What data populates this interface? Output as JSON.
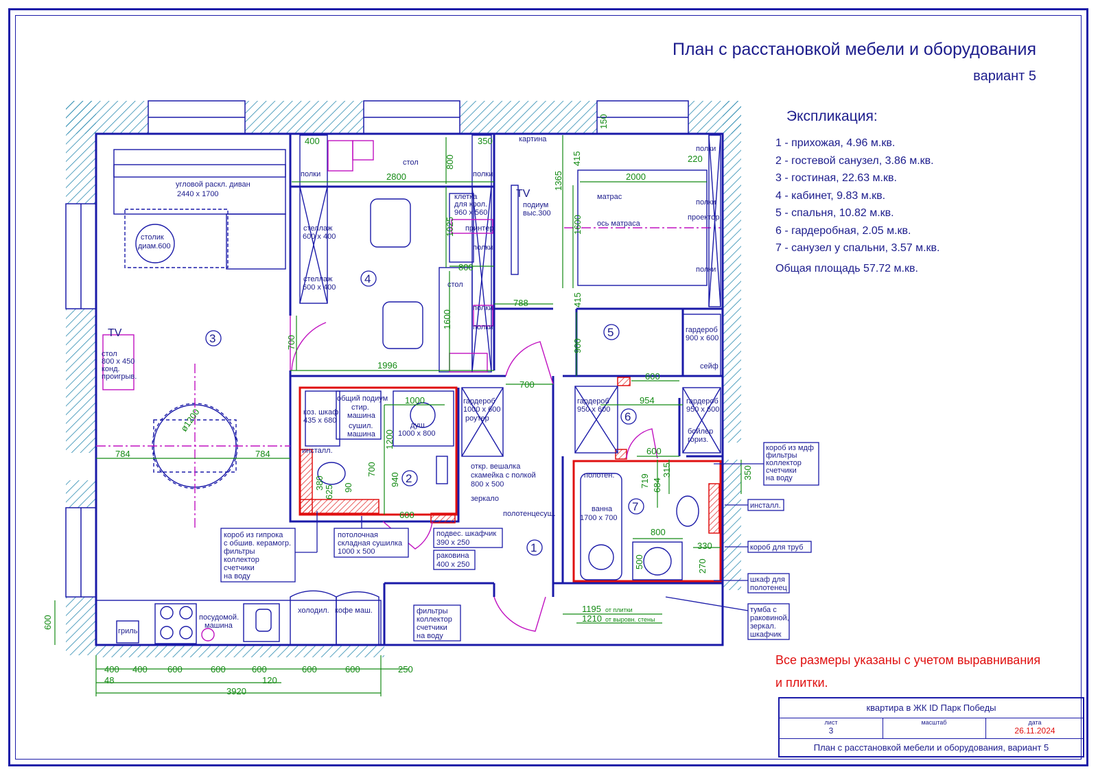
{
  "title": "План с расстановкой мебели и оборудования",
  "subtitle": "вариант 5",
  "explication": {
    "heading": "Экспликация:",
    "items": [
      "1 - прихожая, 4.96 м.кв.",
      "2 - гостевой санузел, 3.86 м.кв.",
      "3 - гостиная, 22.63 м.кв.",
      "4 - кабинет, 9.83 м.кв.",
      "5 - спальня, 10.82 м.кв.",
      "6 - гардеробная, 2.05 м.кв.",
      "7 - санузел у спальни, 3.57 м.кв."
    ],
    "total": "Общая площадь 57.72 м.кв."
  },
  "note": [
    "Все размеры указаны с учетом выравнивания",
    "и плитки."
  ],
  "stamp": {
    "project": "квартира в ЖК ID Парк Победы",
    "sheet_label": "лист",
    "sheet_value": "3",
    "scale_label": "масштаб",
    "scale_value": "",
    "date_label": "дата",
    "date_value": "26.11.2024",
    "sheet_title": "План с расстановкой мебели и оборудования, вариант 5"
  },
  "colors": {
    "wall": "#1a1aa8",
    "dimension": "#138a13",
    "plumbing": "#e01010",
    "furniture": "#c010c0"
  },
  "rooms": [
    {
      "num": "1"
    },
    {
      "num": "2"
    },
    {
      "num": "3"
    },
    {
      "num": "4"
    },
    {
      "num": "5"
    },
    {
      "num": "6"
    },
    {
      "num": "7"
    }
  ],
  "labels": {
    "sofa": "угловой раскл. диван",
    "sofa_size": "2440 х 1700",
    "coffee_table": "столик",
    "coffee_table_size": "диам.600",
    "tv": "TV",
    "tv2": "TV",
    "console": "стол",
    "console_size": "800 х 450",
    "console_note": "конд.",
    "console_note2": "проигрыв.",
    "table_diam": "ø1200",
    "desk": "стол",
    "shelves1": "полки",
    "shelves2": "полки",
    "rack1": "стеллаж",
    "rack1_size": "600 х 400",
    "rack2": "стеллаж",
    "rack2_size": "600 х 400",
    "cage": "клетка",
    "cage2": "для крол.",
    "cage_size": "960 х 560",
    "printer": "принтер",
    "shelves3": "полки",
    "desk2": "стол",
    "shelves4": "полки",
    "shelves5": "полки",
    "picture": "картина",
    "podium": "подиум",
    "podium_h": "выс.300",
    "mattress": "матрас",
    "mattress_axis": "ось матраса",
    "shelves6": "полки",
    "shelves7": "полки",
    "projector": "проектор",
    "shelves8": "полки",
    "wardrobe5": "гардероб",
    "wardrobe5_size": "900 х 600",
    "safe": "сейф",
    "shoe_cab": "коз. шкаф",
    "shoe_cab_size": "435 х 680",
    "podium2": "общий подиум",
    "podium2_b": "стир.",
    "podium2_c": "машина",
    "podium2_d": "сушил.",
    "podium2_e": "машина",
    "shower": "душ",
    "shower_size": "1000 х 800",
    "install": "инсталл.",
    "wardrobe_hall": "гардероб",
    "wardrobe_hall_size": "1000 х 600",
    "router": "роутер",
    "hanger": "откр. вешалка",
    "hanger2": "скамейка с полкой",
    "hanger_size": "800 х 500",
    "mirror": "зеркало",
    "towel": "полотенцесуш.",
    "wardrobe6a": "гардероб",
    "wardrobe6a_size": "950 х 600",
    "wardrobe6b": "гардероб",
    "wardrobe6b_size": "950 х 600",
    "boiler": "бойлер",
    "boiler2": "гориз.",
    "towel2": "полотен.",
    "bath": "ванна",
    "bath_size": "1700 х 700",
    "fridge": "холодил.",
    "coffee": "кофе маш.",
    "dishwasher": "посудомой.",
    "dishwasher2": "машина",
    "grill": "гриль",
    "call_box": [
      "короб из гипрока",
      "с обшив. керамогр.",
      "фильтры",
      "коллектор",
      "счетчики",
      "на воду"
    ],
    "call_dryer": [
      "потолочная",
      "складная сушилка",
      "1000 х 500"
    ],
    "call_cab": [
      "подвес. шкафчик",
      "390 х 250"
    ],
    "call_sink": [
      "раковина",
      "400 х 250"
    ],
    "call_filters": [
      "фильтры",
      "коллектор",
      "счетчики",
      "на воду"
    ],
    "call_mdf": [
      "короб из мдф",
      "фильтры",
      "коллектор",
      "счетчики",
      "на воду"
    ],
    "call_install": [
      "инсталл."
    ],
    "call_pipes": [
      "короб для труб"
    ],
    "call_towel": [
      "шкаф для",
      "полотенец"
    ],
    "call_vanity": [
      "тумба с",
      "раковиной,",
      "зеркал.",
      "шкафчик"
    ]
  },
  "dims": {
    "d400a": "400",
    "d350": "350",
    "d2800": "2800",
    "d800": "800",
    "d1025": "1025",
    "d800b": "800",
    "d1600": "1600",
    "d700": "700",
    "d1996": "1996",
    "d1365": "1365",
    "d150": "150",
    "d415": "415",
    "d2000": "2000",
    "d220": "220",
    "d1600b": "1600",
    "d415b": "415",
    "d788": "788",
    "d900": "900",
    "d700b": "700",
    "d600a": "600",
    "d954": "954",
    "d1000": "1000",
    "d1200": "1200",
    "d784a": "784",
    "d784b": "784",
    "d700c": "700",
    "d940": "940",
    "d600b": "600",
    "d380": "380",
    "d625": "625",
    "d90": "90",
    "d600c": "600",
    "d719": "719",
    "d684": "684",
    "d315": "315",
    "d350b": "350",
    "d800c": "800",
    "d330": "330",
    "d500": "500",
    "d270": "270",
    "d1195": "1195",
    "d1195n": "от плитки",
    "d1210": "1210",
    "d1210n": "от выровн. стены",
    "k400a": "400",
    "k400b": "400",
    "k600a": "600",
    "k600b": "600",
    "k600c": "600",
    "k600d": "600",
    "k600e": "600",
    "k250": "250",
    "k48": "48",
    "k120": "120",
    "k3920": "3920",
    "k600v": "600"
  }
}
